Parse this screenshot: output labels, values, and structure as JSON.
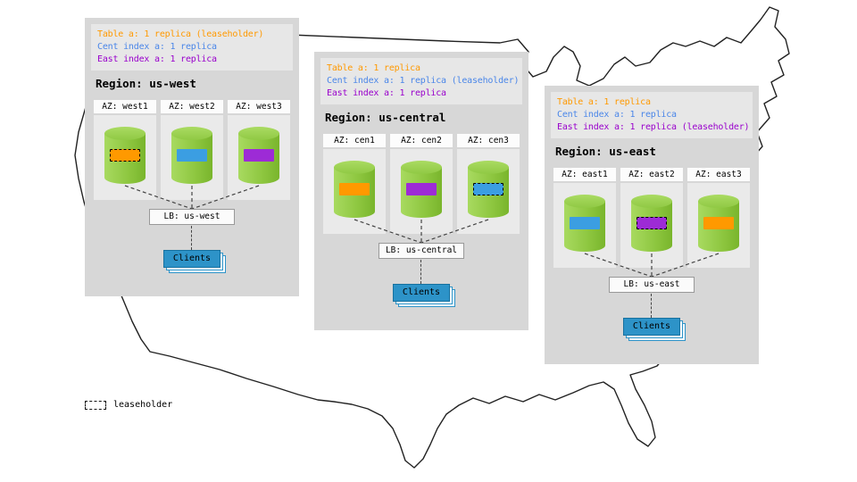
{
  "legend": {
    "label": "leaseholder"
  },
  "colors": {
    "table_text": "#ff9900",
    "cent_index_text": "#4a86e8",
    "east_index_text": "#9900cc",
    "orange_block": "#ff9900",
    "blue_block": "#3b9ee2",
    "purple_block": "#9d2bd6",
    "cylinder_green": "#8dc63f",
    "clients_blue": "#2d93c8",
    "panel_gray": "#d7d7d7"
  },
  "regions": [
    {
      "name": "us-west",
      "title": "Region: us-west",
      "summary": [
        {
          "text": "Table a: 1 replica (leaseholder)",
          "color": "#ff9900"
        },
        {
          "text": "Cent index a: 1 replica",
          "color": "#4a86e8"
        },
        {
          "text": "East index a: 1 replica",
          "color": "#9900cc"
        }
      ],
      "azs": [
        {
          "label": "AZ: west1",
          "replica": "table a",
          "block_color": "#ff9900",
          "leaseholder": true
        },
        {
          "label": "AZ: west2",
          "replica": "cent index a",
          "block_color": "#3b9ee2",
          "leaseholder": false
        },
        {
          "label": "AZ: west3",
          "replica": "east index a",
          "block_color": "#9d2bd6",
          "leaseholder": false
        }
      ],
      "lb_label": "LB: us-west",
      "clients_label": "Clients"
    },
    {
      "name": "us-central",
      "title": "Region: us-central",
      "summary": [
        {
          "text": "Table a: 1 replica",
          "color": "#ff9900"
        },
        {
          "text": "Cent index a: 1 replica (leaseholder)",
          "color": "#4a86e8"
        },
        {
          "text": "East index a: 1 replica",
          "color": "#9900cc"
        }
      ],
      "azs": [
        {
          "label": "AZ: cen1",
          "replica": "table a",
          "block_color": "#ff9900",
          "leaseholder": false
        },
        {
          "label": "AZ: cen2",
          "replica": "east index a",
          "block_color": "#9d2bd6",
          "leaseholder": false
        },
        {
          "label": "AZ: cen3",
          "replica": "cent index a",
          "block_color": "#3b9ee2",
          "leaseholder": true
        }
      ],
      "lb_label": "LB: us-central",
      "clients_label": "Clients"
    },
    {
      "name": "us-east",
      "title": "Region: us-east",
      "summary": [
        {
          "text": "Table a: 1 replica",
          "color": "#ff9900"
        },
        {
          "text": "Cent index a: 1 replica",
          "color": "#4a86e8"
        },
        {
          "text": "East index a: 1 replica (leaseholder)",
          "color": "#9900cc"
        }
      ],
      "azs": [
        {
          "label": "AZ: east1",
          "replica": "cent index a",
          "block_color": "#3b9ee2",
          "leaseholder": false
        },
        {
          "label": "AZ: east2",
          "replica": "east index a",
          "block_color": "#9d2bd6",
          "leaseholder": true
        },
        {
          "label": "AZ: east3",
          "replica": "table a",
          "block_color": "#ff9900",
          "leaseholder": false
        }
      ],
      "lb_label": "LB: us-east",
      "clients_label": "Clients"
    }
  ]
}
